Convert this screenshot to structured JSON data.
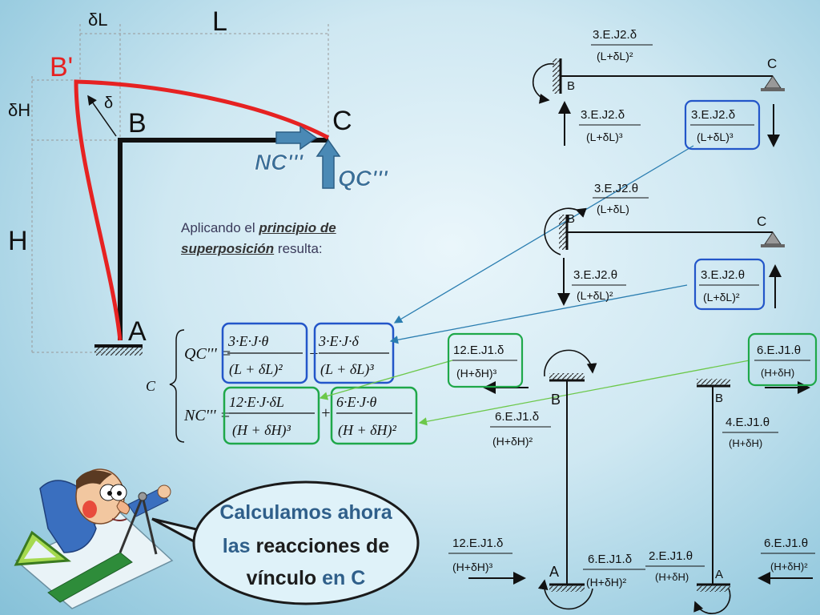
{
  "slide": {
    "labels": {
      "B_prime": "B'",
      "B": "B",
      "C": "C",
      "A": "A",
      "L": "L",
      "H": "H",
      "deltaL": "δL",
      "deltaH": "δH",
      "delta": "δ",
      "Nc": "NC'''",
      "Qc": "QC'''"
    },
    "caption": {
      "part1": "Aplicando el ",
      "bold": "principio de superposición",
      "part2": " resulta:"
    },
    "equation": {
      "q_lhs": "QC''' =",
      "n_lhs": "NC''' =",
      "c_label": "C",
      "q_term1_num": "3·E·J·θ",
      "q_term1_den": "(L + δL)²",
      "q_op": "−",
      "q_term2_num": "3·E·J·δ",
      "q_term2_den": "(L + δL)³",
      "n_term1_num": "12·E·J·δL",
      "n_term1_den": "(H + δH)³",
      "n_op": "+",
      "n_term2_num": "6·E·J·θ",
      "n_term2_den": "(H + δH)²"
    },
    "diag1": {
      "top": "3.E.J2.δ",
      "top_den": "(L+δL)²",
      "left": "3.E.J2.δ",
      "left_den": "(L+δL)³",
      "right": "3.E.J2.δ",
      "right_den": "(L+δL)³",
      "B": "B",
      "C": "C"
    },
    "diag2": {
      "top": "3.E.J2.θ",
      "top_den": "(L+δL)",
      "left": "3.E.J2.θ",
      "left_den": "(L+δL)²",
      "right": "3.E.J2.θ",
      "right_den": "(L+δL)²",
      "B": "B",
      "C": "C"
    },
    "diag3": {
      "box": "12.E.J1.δ",
      "box_den": "(H+δH)³",
      "mid": "6.E.J1.δ",
      "mid_den": "(H+δH)²",
      "bl": "12.E.J1.δ",
      "bl_den": "(H+δH)³",
      "br": "6.E.J1.δ",
      "br_den": "(H+δH)²",
      "B": "B",
      "A": "A"
    },
    "diag4": {
      "box": "6.E.J1.θ",
      "box_den": "(H+δH)",
      "mid": "4.E.J1.θ",
      "mid_den": "(H+δH)",
      "bl": "2.E.J1.θ",
      "bl_den": "(H+δH)",
      "br": "6.E.J1.θ",
      "br_den": "(H+δH)²",
      "B": "B",
      "A": "A"
    },
    "bubble": {
      "line1": "Calculamos ahora",
      "line2a": "las ",
      "line2b": "reacciones de",
      "line3a": "vínculo",
      "line3b": " en C"
    }
  }
}
